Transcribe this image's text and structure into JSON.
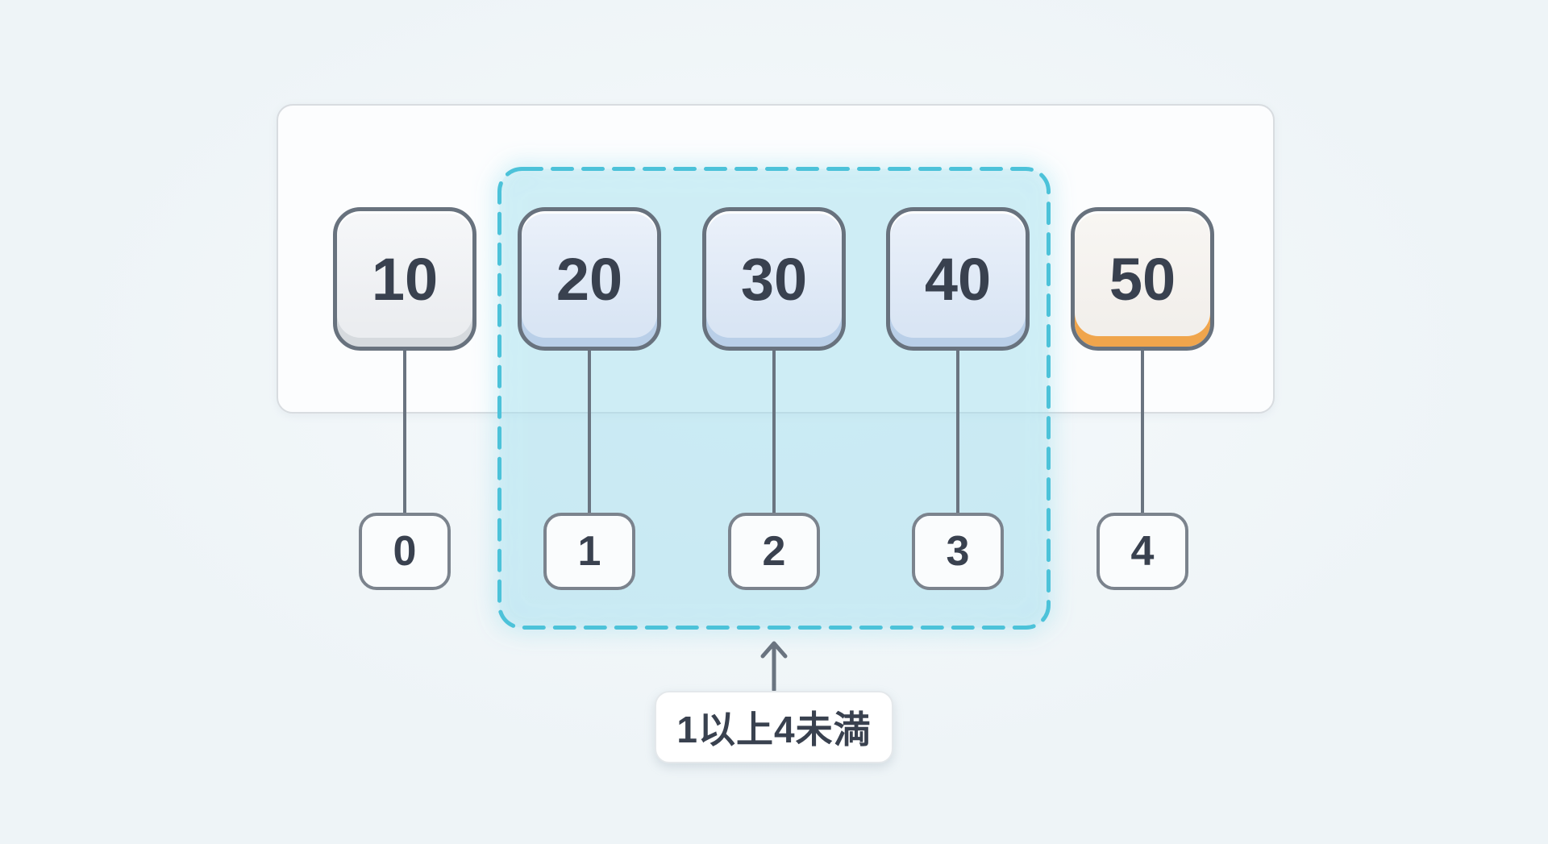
{
  "diagram": {
    "description": "array-slice-range-figure",
    "cells": [
      {
        "value": "10",
        "index": "0",
        "state": "default"
      },
      {
        "value": "20",
        "index": "1",
        "state": "highlighted"
      },
      {
        "value": "30",
        "index": "2",
        "state": "highlighted"
      },
      {
        "value": "40",
        "index": "3",
        "state": "highlighted"
      },
      {
        "value": "50",
        "index": "4",
        "state": "end"
      }
    ],
    "annotation": {
      "label": "1以上4未満"
    },
    "colors": {
      "background": "#eef4f7",
      "container_fill": "#fcfdfe",
      "container_border": "#d8dce0",
      "cell_border": "#68727e",
      "index_border": "#7b838d",
      "index_fill": "#fafcfd",
      "highlight_border": "#4cc2d9",
      "highlight_fill": "rgba(183, 228, 241, 0.30)",
      "connector": "#6a7480",
      "end_accent": "#f0a54c",
      "text": "#39414f"
    }
  }
}
